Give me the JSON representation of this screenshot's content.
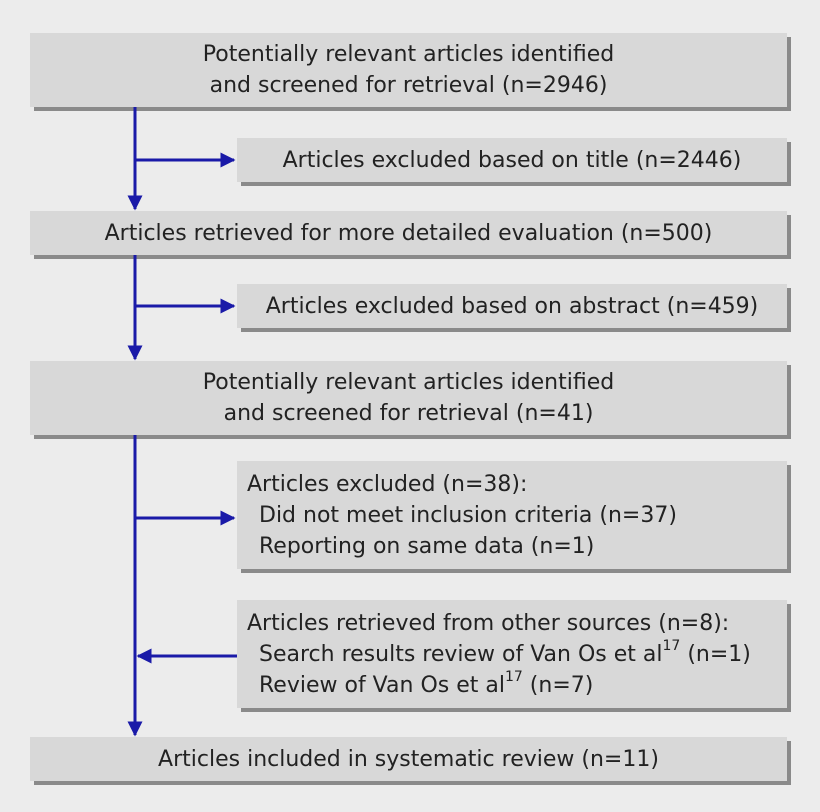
{
  "boxes": {
    "identified_1": {
      "line1": "Potentially relevant articles identified",
      "line2": "and screened for retrieval (n=2946)"
    },
    "excluded_title": "Articles excluded based on title (n=2446)",
    "retrieved_detailed": "Articles retrieved for more detailed evaluation (n=500)",
    "excluded_abstract": "Articles excluded based on abstract (n=459)",
    "identified_2": {
      "line1": "Potentially relevant articles identified",
      "line2": "and screened for retrieval (n=41)"
    },
    "excluded_38": {
      "heading": "Articles excluded (n=38):",
      "items": [
        "Did not meet inclusion criteria (n=37)",
        "Reporting on same data (n=1)"
      ]
    },
    "other_sources": {
      "heading": "Articles retrieved from other sources (n=8):",
      "item1_text": "Search results review of Van Os et al",
      "item1_sup": "17",
      "item1_suffix": " (n=1)",
      "item2_text": "Review of Van Os et al",
      "item2_sup": "17",
      "item2_suffix": " (n=7)"
    },
    "included": "Articles included in systematic review (n=11)"
  },
  "colors": {
    "arrow": "#1a1aa8",
    "box_fill": "#d8d8d8",
    "box_shadow": "#8a8a8a",
    "background": "#ececec"
  }
}
